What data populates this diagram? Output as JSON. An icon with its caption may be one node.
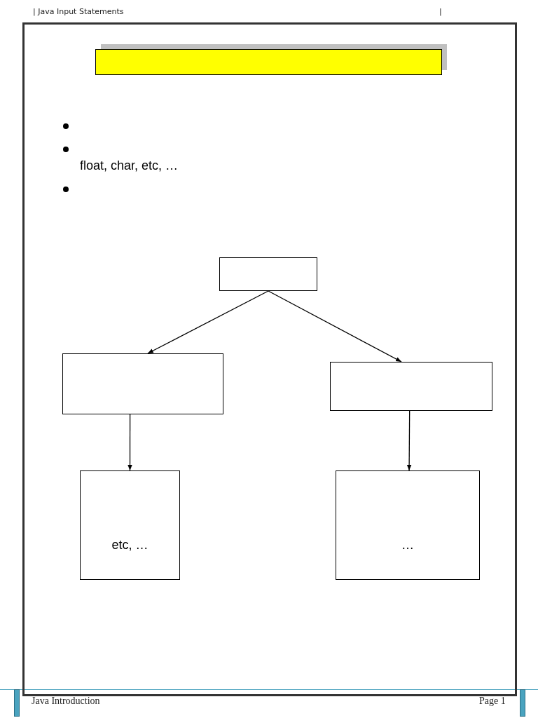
{
  "diagram": {
    "nodes": [
      {
        "text": [],
        "shape": "bar"
      },
      {
        "text": [],
        "shape": "box"
      },
      {
        "text": [],
        "shape": "box"
      },
      {
        "text": [],
        "shape": "box"
      },
      {
        "text": [
          "etc, …"
        ]
      },
      {
        "text": [
          "…"
        ]
      }
    ],
    "edges": [
      {
        "from": 1,
        "to": 2,
        "arrow": "to"
      },
      {
        "from": 1,
        "to": 3,
        "arrow": "to"
      },
      {
        "from": 2,
        "to": 4,
        "arrow": "to"
      },
      {
        "from": 3,
        "to": 5,
        "arrow": "to"
      }
    ],
    "labels": [
      "| Java Input Statements",
      "|",
      "float, char, etc, …",
      "Java Introduction",
      "Page 1"
    ]
  }
}
